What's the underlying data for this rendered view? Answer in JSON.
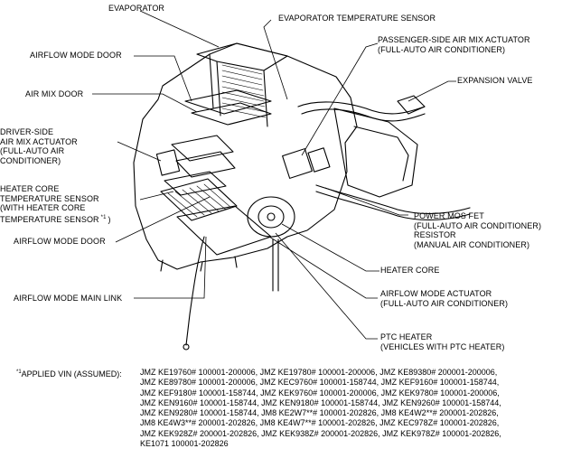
{
  "labels": {
    "evaporator": "EVAPORATOR",
    "evaporator_temp_sensor": "EVAPORATOR TEMPERATURE SENSOR",
    "passenger_actuator": [
      "PASSENGER-SIDE AIR MIX  ACTUATOR",
      "(FULL-AUTO AIR CONDITIONER)"
    ],
    "airflow_mode_door_top": "AIRFLOW MODE DOOR",
    "expansion_valve": "EXPANSION VALVE",
    "air_mix_door": "AIR MIX DOOR",
    "driver_actuator": [
      "DRIVER-SIDE",
      "AIR MIX  ACTUATOR",
      "(FULL-AUTO AIR",
      "CONDITIONER)"
    ],
    "heater_core_temp_sensor": [
      "HEATER CORE",
      "TEMPERATURE SENSOR",
      "(WITH HEATER CORE",
      "TEMPERATURE SENSOR"
    ],
    "heater_core_temp_sensor_note": "*1",
    "heater_core_temp_sensor_close": ")",
    "power_mos_fet": [
      "POWER MOS FET",
      "(FULL-AUTO AIR CONDITIONER)",
      "RESISTOR",
      "(MANUAL AIR CONDITIONER)"
    ],
    "airflow_mode_door_bottom": "AIRFLOW MODE DOOR",
    "heater_core": "HEATER CORE",
    "airflow_mode_main_link": "AIRFLOW MODE MAIN LINK",
    "airflow_mode_actuator": [
      "AIRFLOW MODE ACTUATOR",
      "(FULL-AUTO AIR CONDITIONER)"
    ],
    "ptc_heater": [
      "PTC HEATER",
      "(VEHICLES WITH PTC HEATER)"
    ]
  },
  "footnote": {
    "marker": "*1",
    "heading": "APPLIED VIN (ASSUMED):",
    "lines": [
      "JMZ KE19760# 100001-200006, JMZ KE19780# 100001-200006, JMZ KE89380# 200001-200006,",
      "JMZ KE89780# 100001-200006, JMZ KEC9760# 100001-158744, JMZ KEF9160# 100001-158744,",
      "JMZ KEF9180# 100001-158744, JMZ KEK9760# 100001-200006, JMZ KEK9780# 100001-200006,",
      "JMZ KEN9160# 100001-158744, JMZ KEN9180# 100001-158744, JMZ KEN9260# 100001-158744,",
      "JMZ KEN9280# 100001-158744, JM8 KE2W7**# 100001-202826, JM8 KE4W2**# 200001-202826,",
      "JM8 KE4W3**# 200001-202826, JM8 KE4W7**# 100001-202826, JMZ KEC978Z# 100001-202826,",
      "JMZ KEK928Z# 200001-202826, JMZ KEK938Z# 200001-202826, JMZ KEK978Z# 100001-202826,",
      "KE1071 100001-202826"
    ]
  }
}
